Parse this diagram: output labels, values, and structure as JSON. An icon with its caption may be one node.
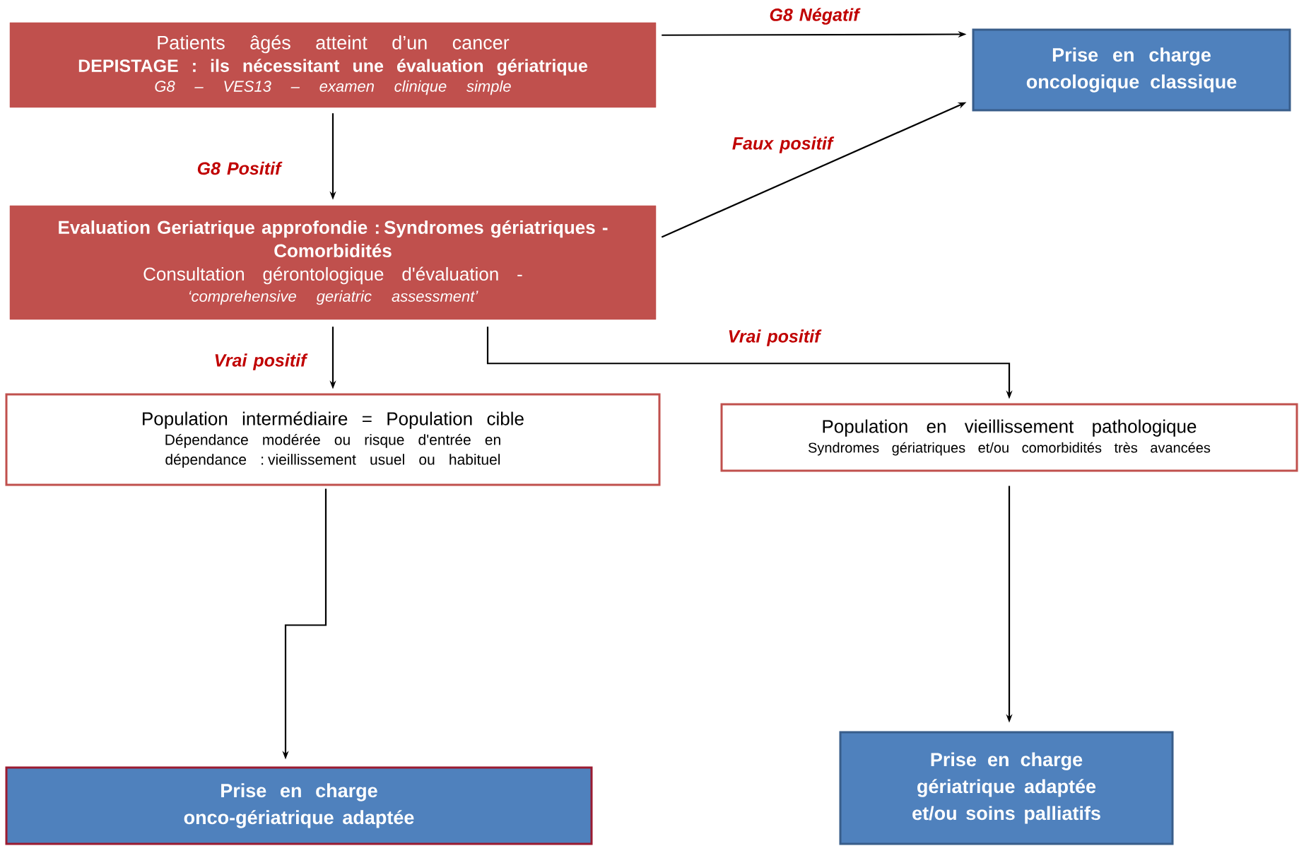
{
  "diagram": {
    "nodes": [
      {
        "text": [
          "Patients âgés atteint d’un cancer",
          "DEPISTAGE : ils nécessitant une évaluation gériatrique",
          "G8 – VES13 – examen clinique simple"
        ]
      },
      {
        "text": [
          "Prise en charge oncologique classique"
        ]
      },
      {
        "text": [
          "Evaluation Geriatrique approfondie : Syndromes gériatriques - Comorbidités",
          "Consultation gérontologique d'évaluation -",
          "‘comprehensive geriatric assessment’"
        ]
      },
      {
        "text": [
          "Population intermédiaire = Population cible",
          "Dépendance modérée ou risque d'entrée en dépendance : vieillissement usuel ou habituel"
        ]
      },
      {
        "text": [
          "Population en vieillissement pathologique",
          "Syndromes gériatriques et/ou comorbidités très avancées"
        ]
      },
      {
        "text": [
          "Prise en charge onco-gériatrique adaptée"
        ]
      },
      {
        "text": [
          "Prise en charge gériatrique adaptée et/ou soins palliatifs"
        ]
      }
    ],
    "edges": [
      {
        "from": 0,
        "to": 1,
        "arrow": "to",
        "label": "G8 Négatif"
      },
      {
        "from": 0,
        "to": 2,
        "arrow": "to",
        "label": "G8 Positif"
      },
      {
        "from": 2,
        "to": 1,
        "arrow": "to",
        "label": "Faux positif"
      },
      {
        "from": 2,
        "to": 3,
        "arrow": "to",
        "label": "Vrai positif"
      },
      {
        "from": 2,
        "to": 4,
        "arrow": "to",
        "label": "Vrai positif"
      },
      {
        "from": 3,
        "to": 5,
        "arrow": "to"
      },
      {
        "from": 4,
        "to": 6,
        "arrow": "to"
      }
    ]
  }
}
